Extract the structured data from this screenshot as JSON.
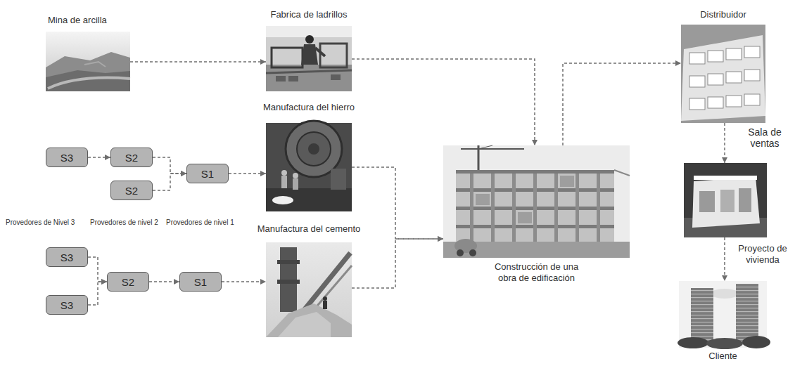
{
  "diagram": {
    "nodes": [
      {
        "text": [
          "Mina de arcilla"
        ]
      },
      {
        "text": [
          "Fabrica de ladrillos"
        ]
      },
      {
        "text": [
          "S3"
        ]
      },
      {
        "text": [
          "S2"
        ]
      },
      {
        "text": [
          "S2"
        ]
      },
      {
        "text": [
          "S1"
        ]
      },
      {
        "text": [
          "Manufactura del hierro"
        ]
      },
      {
        "text": [
          "S3"
        ]
      },
      {
        "text": [
          "S3"
        ]
      },
      {
        "text": [
          "S2"
        ]
      },
      {
        "text": [
          "S1"
        ]
      },
      {
        "text": [
          "Manufactura del cemento"
        ]
      },
      {
        "text": [
          "Construcción de una obra de edificación"
        ]
      },
      {
        "text": [
          "Distribuidor"
        ]
      },
      {
        "text": [
          "Sala de ventas"
        ]
      },
      {
        "text": [
          "Proyecto de vivienda",
          "Cliente"
        ]
      }
    ],
    "edges": [
      {
        "from": 0,
        "to": 1,
        "arrow": "to"
      },
      {
        "from": 1,
        "to": 12,
        "arrow": "to"
      },
      {
        "from": 2,
        "to": 3,
        "arrow": "to"
      },
      {
        "from": 3,
        "to": 5,
        "arrow": "to"
      },
      {
        "from": 4,
        "to": 5,
        "arrow": "to"
      },
      {
        "from": 5,
        "to": 6,
        "arrow": "to"
      },
      {
        "from": 6,
        "to": 12,
        "arrow": "to"
      },
      {
        "from": 7,
        "to": 9,
        "arrow": "to"
      },
      {
        "from": 8,
        "to": 9,
        "arrow": "to"
      },
      {
        "from": 9,
        "to": 10,
        "arrow": "to"
      },
      {
        "from": 10,
        "to": 11,
        "arrow": "to"
      },
      {
        "from": 11,
        "to": 12,
        "arrow": "to"
      },
      {
        "from": 12,
        "to": 13,
        "arrow": "to"
      },
      {
        "from": 13,
        "to": 14,
        "arrow": "to"
      },
      {
        "from": 14,
        "to": 15,
        "arrow": "to"
      }
    ],
    "labels": [
      "Provedores de Nivel 3",
      "Provedores de nivel 2",
      "Provedores de nivel 1"
    ]
  }
}
